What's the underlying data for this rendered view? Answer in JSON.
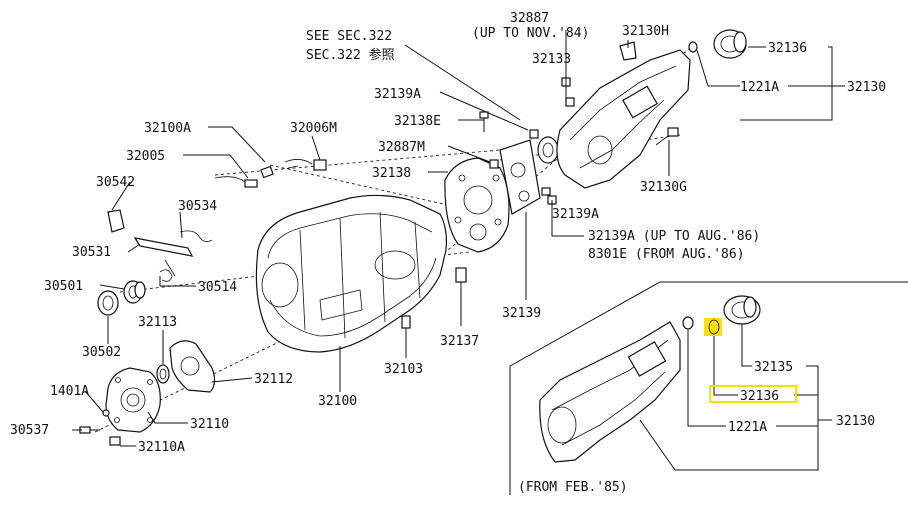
{
  "diagram": {
    "highlight_color": "#ffe000",
    "notes": {
      "see_sec_line1": "SEE SEC.322",
      "see_sec_line2": "SEC.322 参照",
      "up_to_nov": "(UP TO NOV.'84)",
      "up_to_aug": "32139A (UP TO AUG.'86)",
      "from_aug": "8301E (FROM AUG.'86)",
      "from_feb": "(FROM FEB.'85)"
    },
    "labels": {
      "p32887_top": "32887",
      "p32130H": "32130H",
      "p32136_top": "32136",
      "p32133": "32133",
      "p1221A_top": "1221A",
      "p32130_top": "32130",
      "p32139A_top": "32139A",
      "p32138E": "32138E",
      "p32887M": "32887M",
      "p32138": "32138",
      "p32130G": "32130G",
      "p32139A_mid": "32139A",
      "p32100A": "32100A",
      "p32006M": "32006M",
      "p32005": "32005",
      "p30542": "30542",
      "p30534": "30534",
      "p30531": "30531",
      "p30501": "30501",
      "p30514": "30514",
      "p30502": "30502",
      "p32113": "32113",
      "p32112": "32112",
      "p1401A": "1401A",
      "p32110": "32110",
      "p30537": "30537",
      "p32110A": "32110A",
      "p32100": "32100",
      "p32103": "32103",
      "p32137": "32137",
      "p32139": "32139",
      "p32135": "32135",
      "p32136_bot": "32136",
      "p1221A_bot": "1221A",
      "p32130_bot": "32130"
    }
  }
}
